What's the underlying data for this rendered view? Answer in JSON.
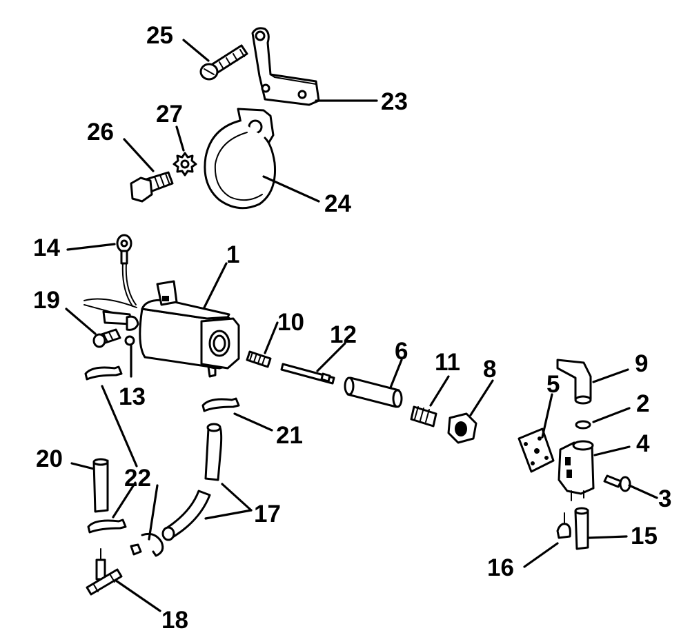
{
  "callouts": {
    "c1": "1",
    "c2": "2",
    "c3": "3",
    "c4": "4",
    "c5": "5",
    "c6": "6",
    "c8": "8",
    "c9": "9",
    "c10": "10",
    "c11": "11",
    "c12": "12",
    "c13": "13",
    "c14": "14",
    "c15": "15",
    "c16": "16",
    "c17": "17",
    "c18": "18",
    "c19": "19",
    "c20": "20",
    "c21": "21",
    "c22": "22",
    "c23": "23",
    "c24": "24",
    "c25": "25",
    "c26": "26",
    "c27": "27"
  }
}
